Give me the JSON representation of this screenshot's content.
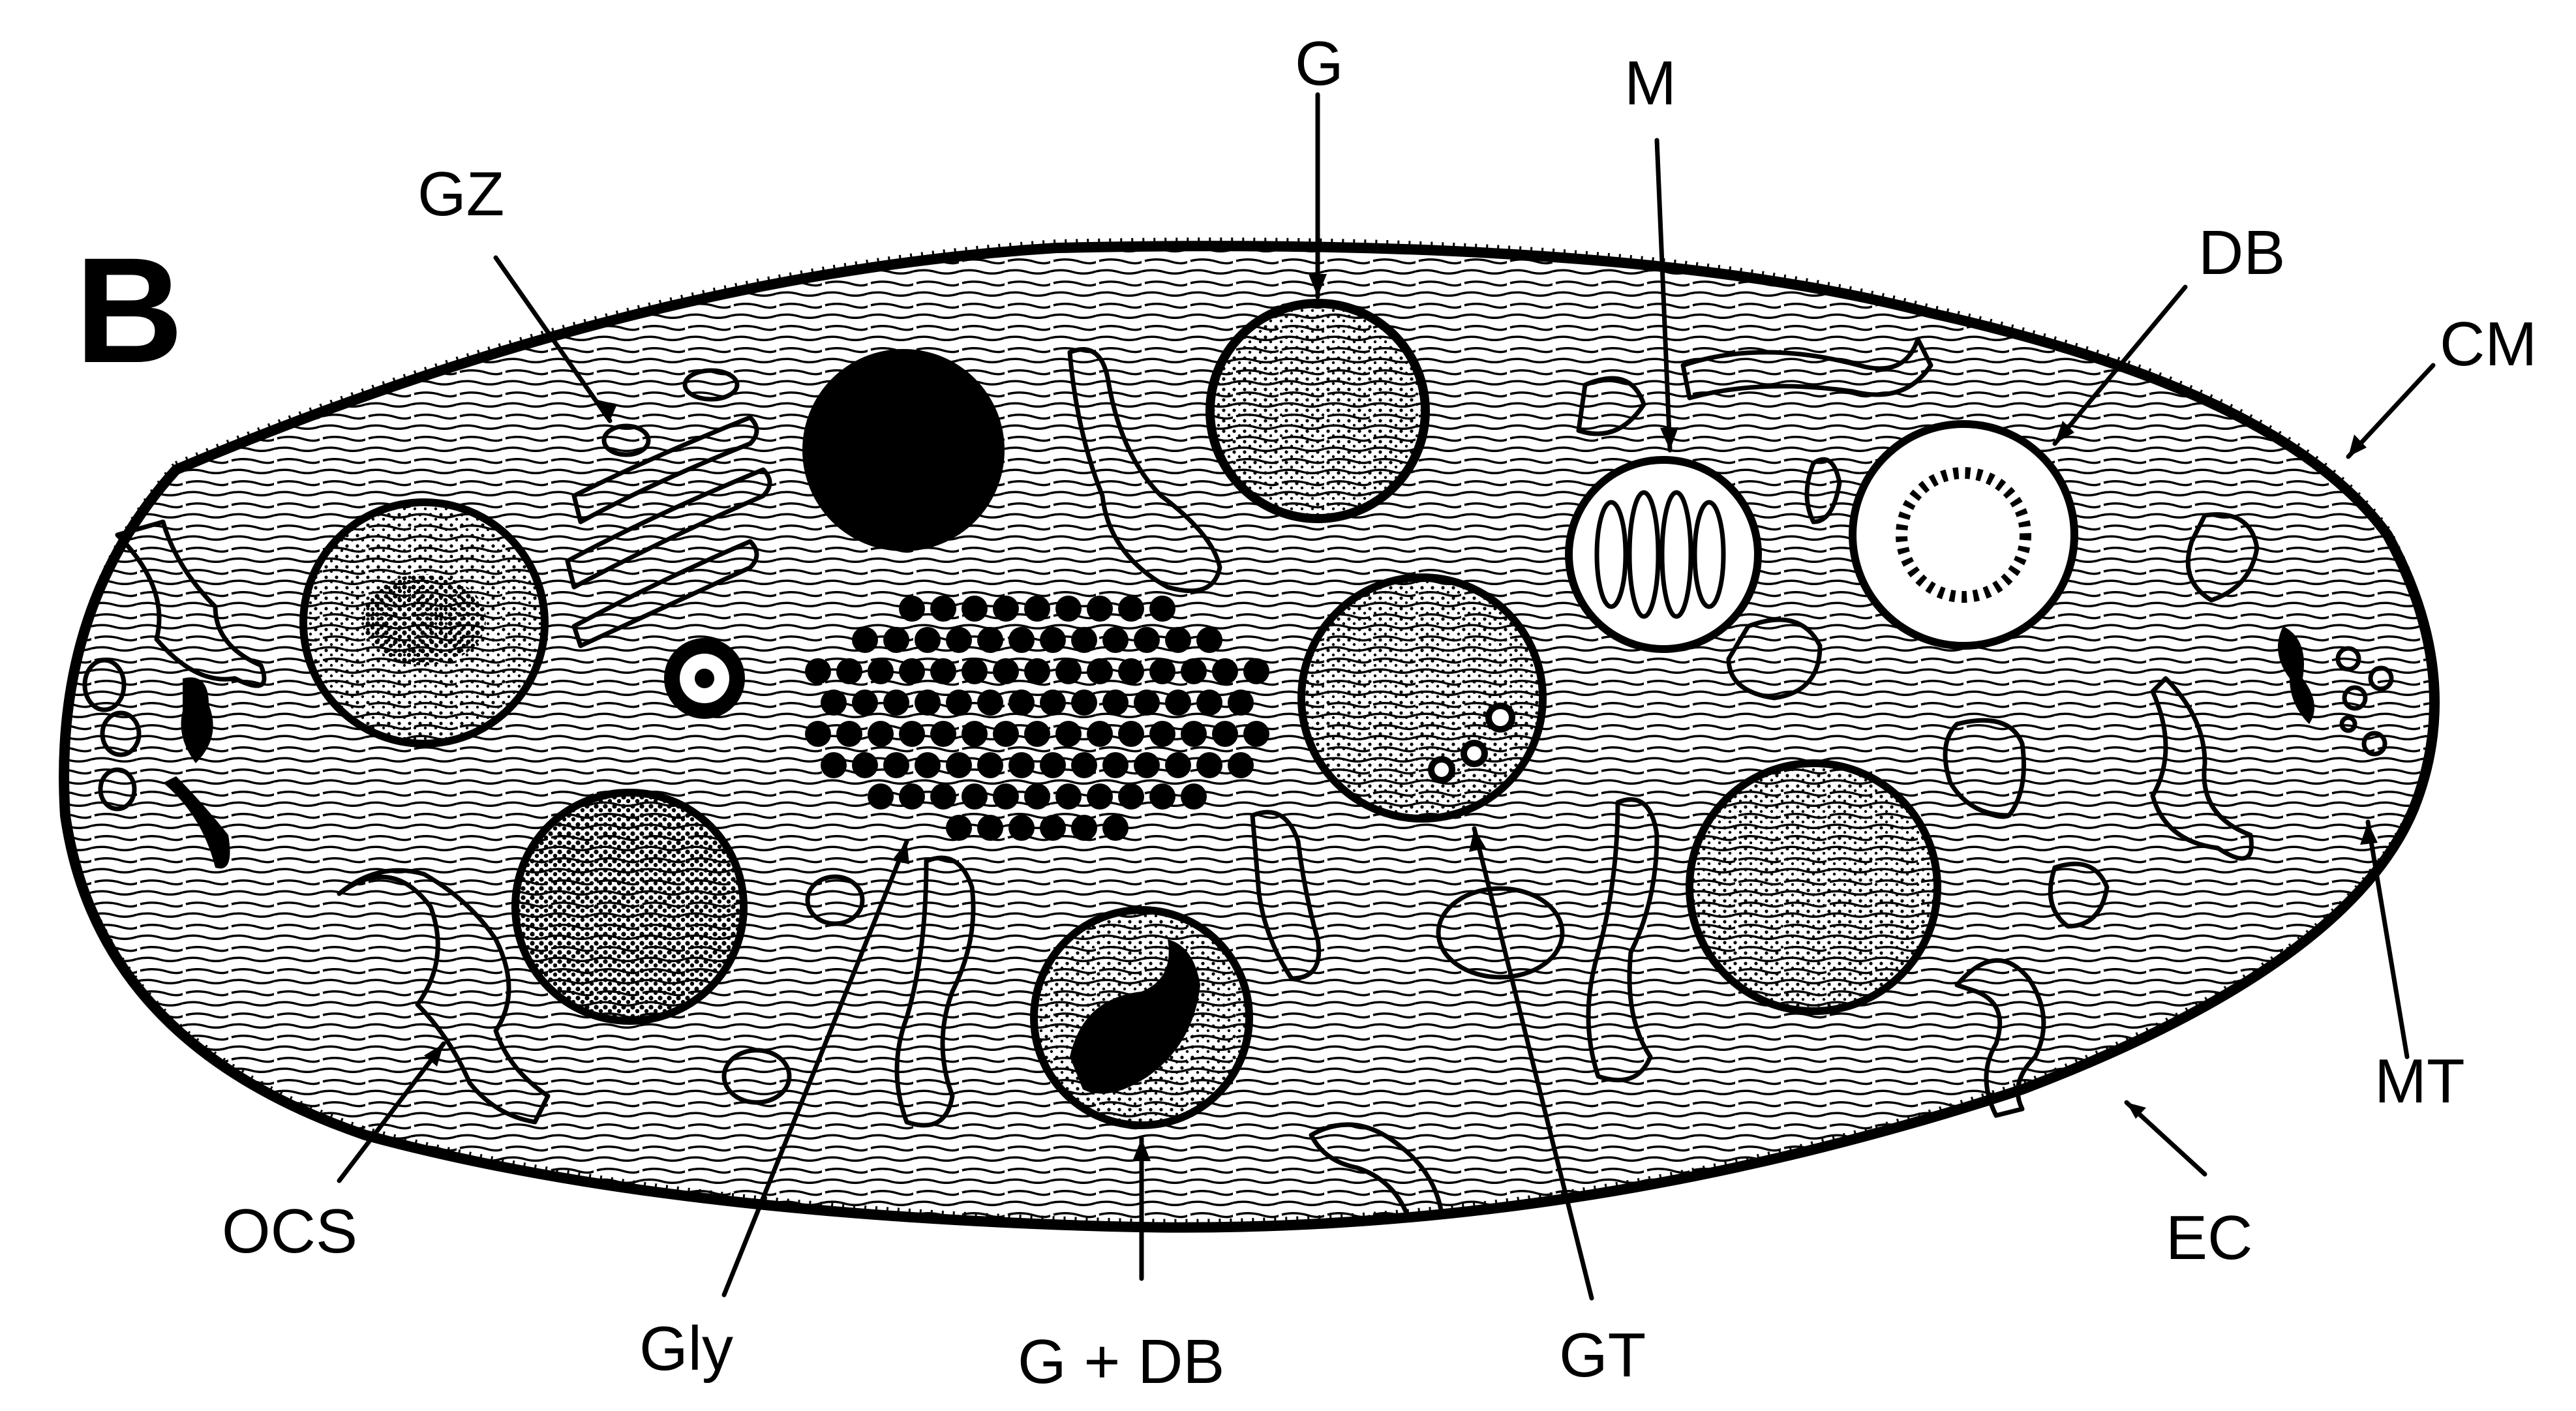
{
  "panel_letter": "B",
  "labels": {
    "gz": "GZ",
    "g": "G",
    "m": "M",
    "db": "DB",
    "cm": "CM",
    "mt": "MT",
    "ec": "EC",
    "gt": "GT",
    "g_db": "G + DB",
    "gly": "Gly",
    "ocs": "OCS"
  }
}
